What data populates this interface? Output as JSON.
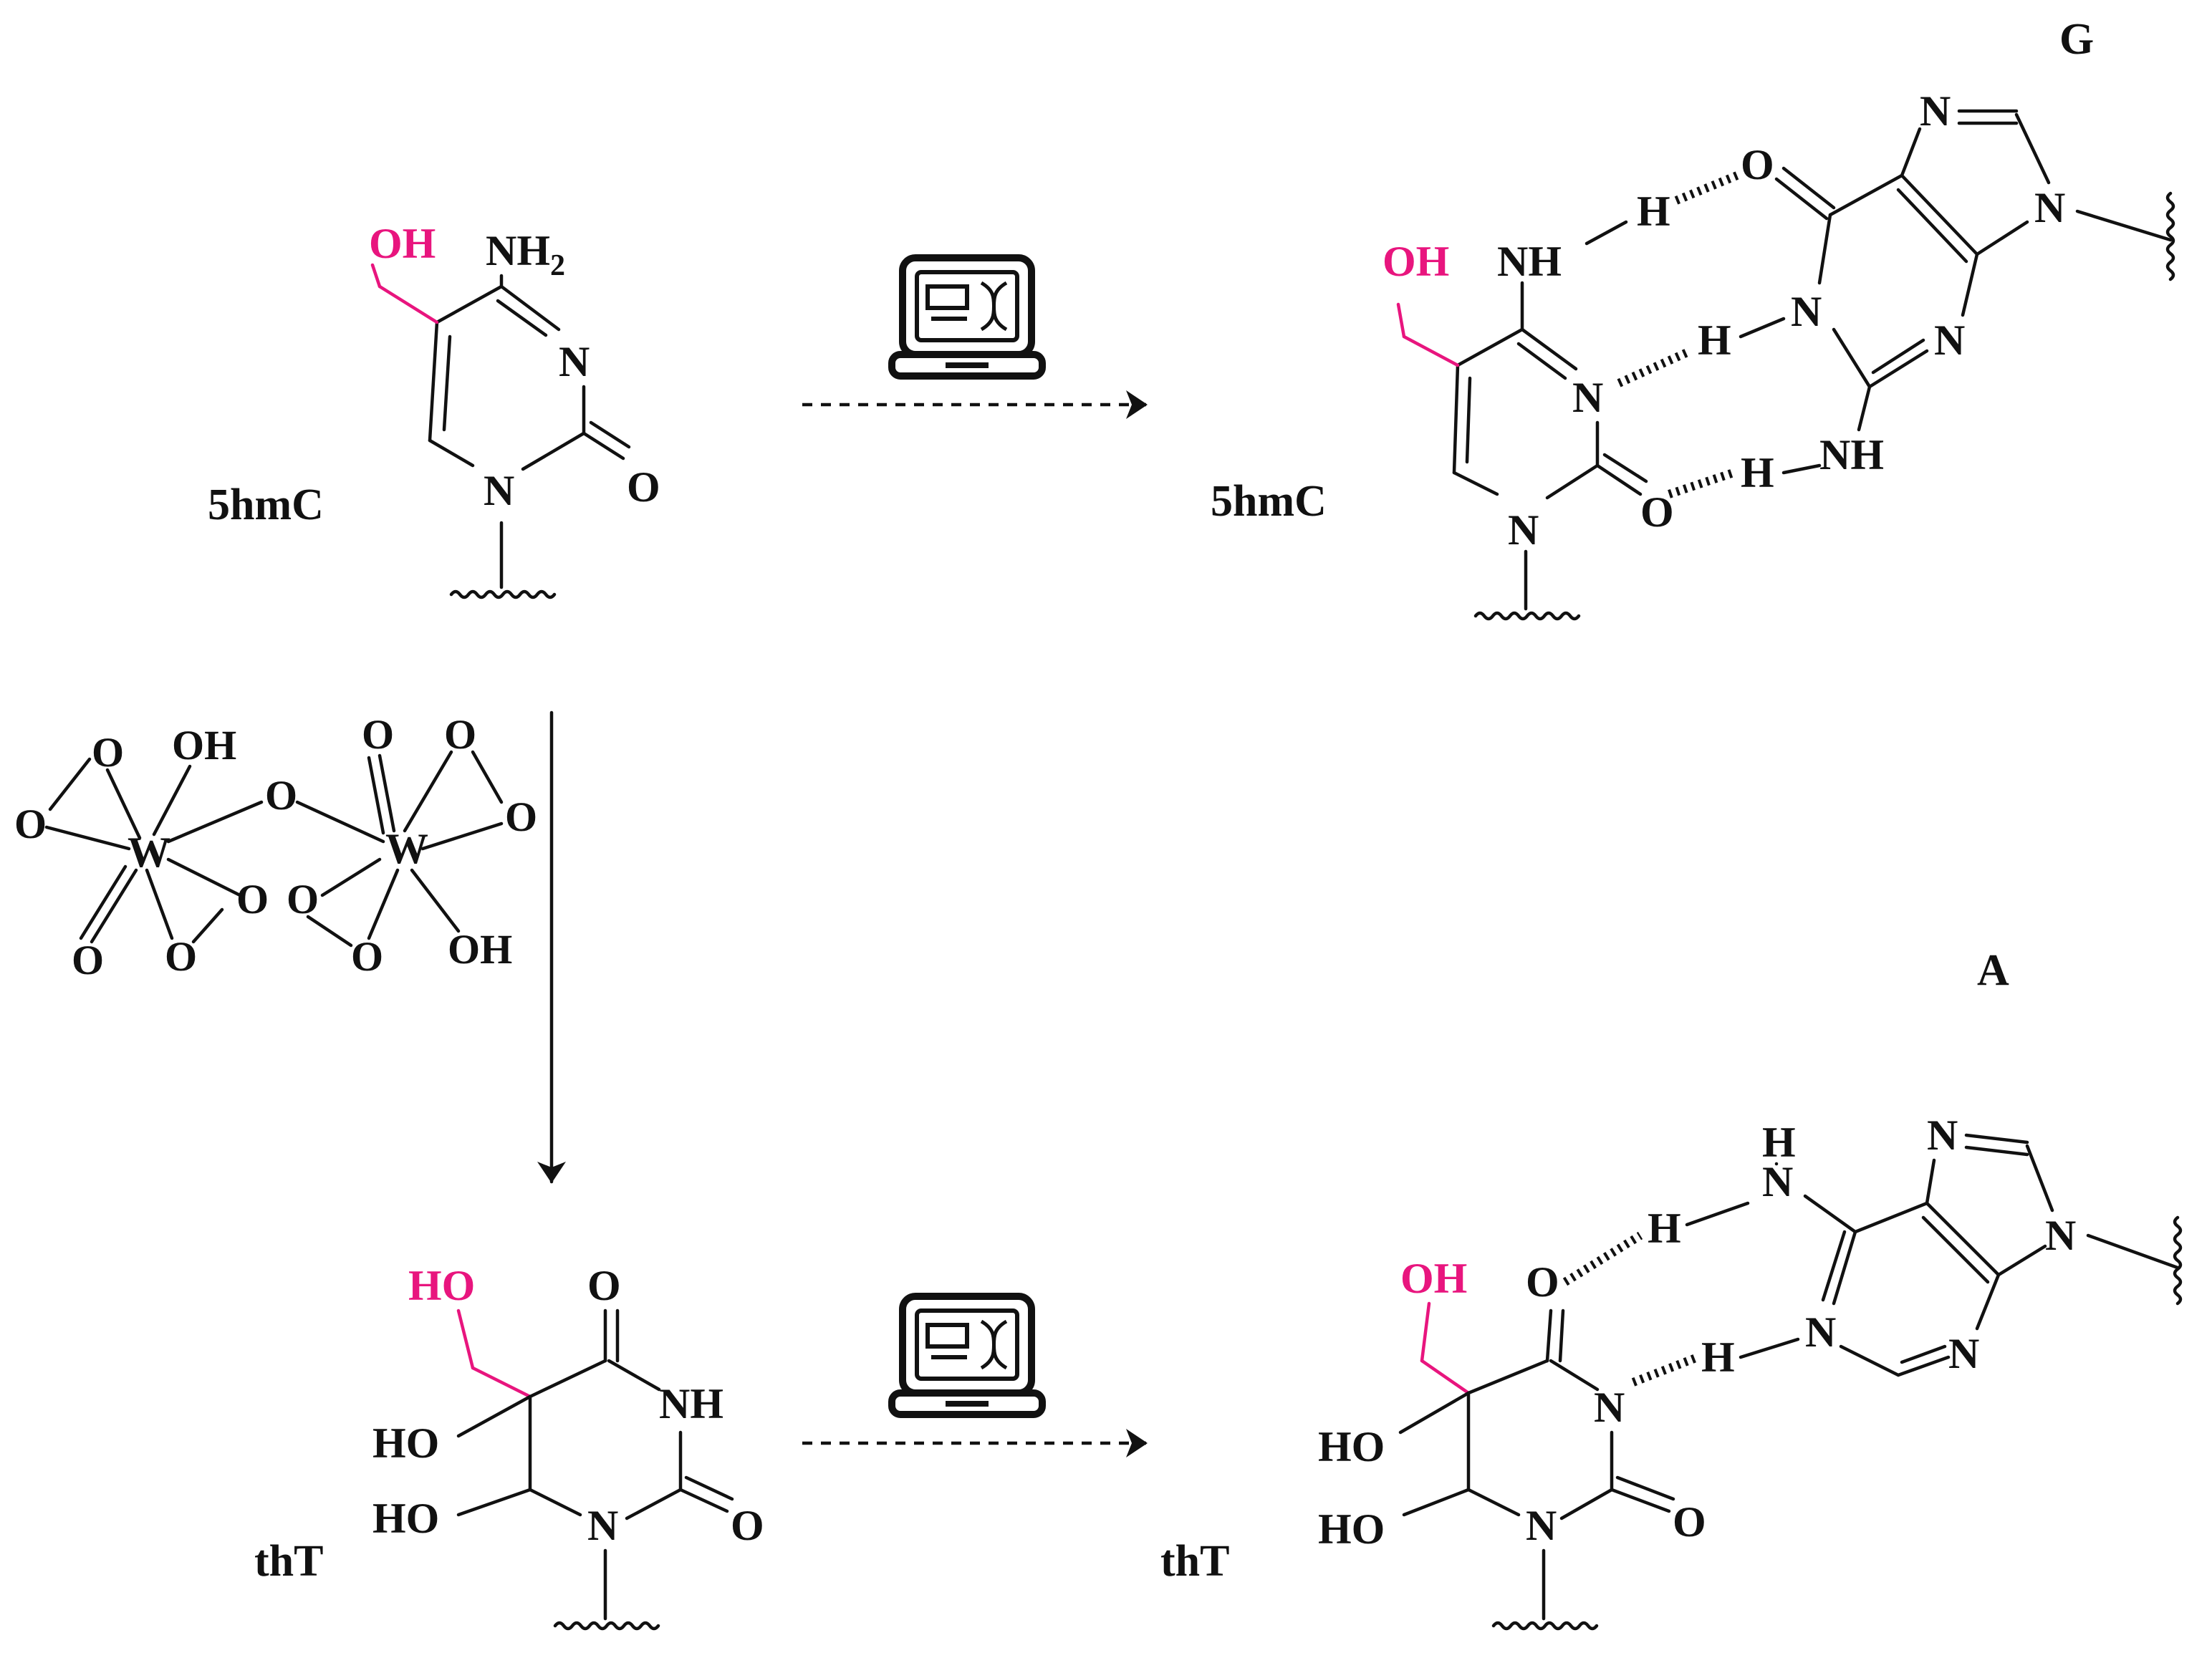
{
  "labels": {
    "g_base": "G",
    "a_base": "A",
    "compound_top_left": "5hmC",
    "compound_top_right": "5hmC",
    "compound_bottom_left": "thT",
    "compound_bottom_right": "thT"
  },
  "atoms": {
    "oh": "OH",
    "ho": "HO",
    "nh2_main": "NH",
    "nh2_sub": "2",
    "nh": "NH",
    "n": "N",
    "o": "O",
    "h": "H",
    "w": "W"
  },
  "colors": {
    "highlight": "#e8157e",
    "ink": "#111111"
  },
  "icons": [
    "laptop-dna-icon",
    "laptop-dna-icon"
  ]
}
